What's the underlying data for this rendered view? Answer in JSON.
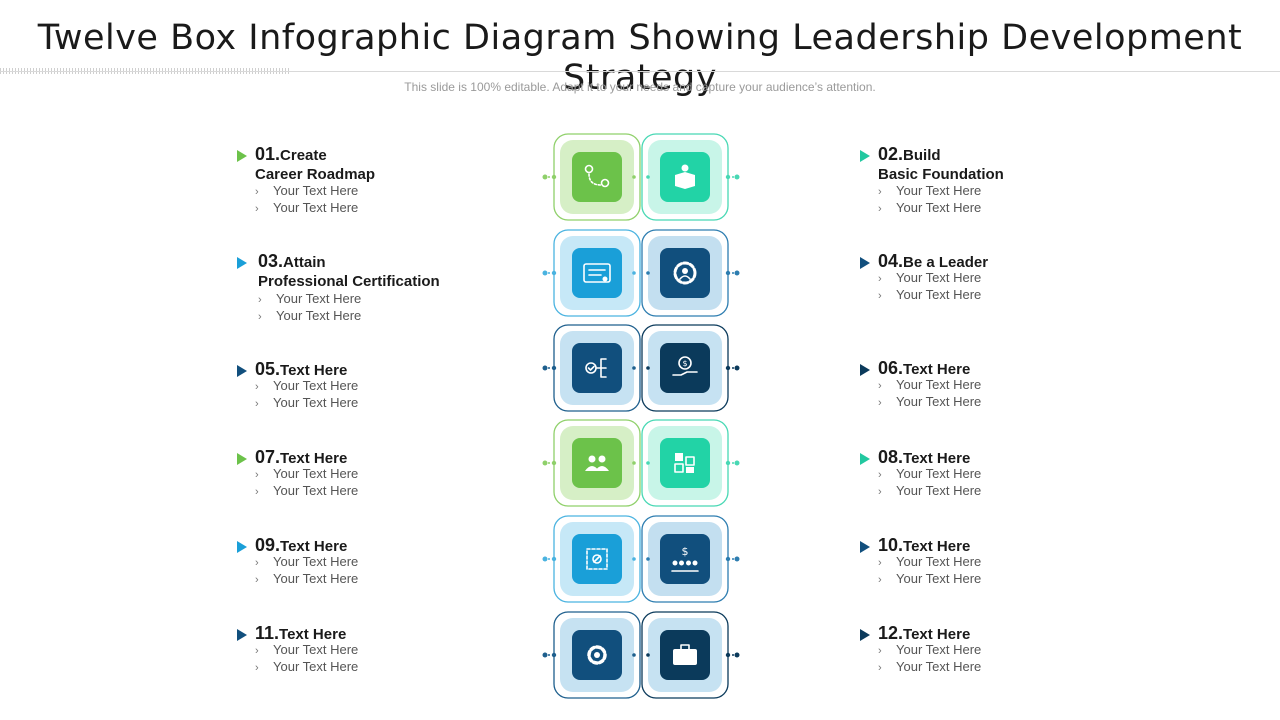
{
  "title": "Twelve Box Infographic Diagram Showing Leadership Development Strategy",
  "subtitle": "This slide is 100% editable. Adapt it to your needs and capture your audience’s attention.",
  "colors": {
    "green": "#6cc24a",
    "teal": "#22d3a6",
    "blue": "#1a9fd8",
    "navy": "#0b3a5b",
    "darkblue": "#114f7d"
  },
  "items": [
    {
      "num": "01.",
      "line1": "Create",
      "line2": "Career Roadmap",
      "bullets": [
        "Your Text Here",
        "Your Text Here"
      ],
      "color": "#6cc24a"
    },
    {
      "num": "02.",
      "line1": "Build",
      "line2": "Basic Foundation",
      "bullets": [
        "Your Text Here",
        "Your Text Here"
      ],
      "color": "#22c8a0"
    },
    {
      "num": "03.",
      "line1": "Attain",
      "line2": "Professional Certification",
      "bullets": [
        "Your Text Here",
        "Your Text Here"
      ],
      "color": "#1a9fd8"
    },
    {
      "num": "04.",
      "line1": "Be a Leader",
      "line2": "",
      "bullets": [
        "Your Text Here",
        "Your Text Here"
      ],
      "color": "#114f7d"
    },
    {
      "num": "05.",
      "line1": "Text Here",
      "line2": "",
      "bullets": [
        "Your Text Here",
        "Your Text Here"
      ],
      "color": "#114f7d"
    },
    {
      "num": "06.",
      "line1": "Text Here",
      "line2": "",
      "bullets": [
        "Your Text Here",
        "Your Text Here"
      ],
      "color": "#0b3a5b"
    },
    {
      "num": "07.",
      "line1": "Text Here",
      "line2": "",
      "bullets": [
        "Your Text Here",
        "Your Text Here"
      ],
      "color": "#6cc24a"
    },
    {
      "num": "08.",
      "line1": "Text Here",
      "line2": "",
      "bullets": [
        "Your Text Here",
        "Your Text Here"
      ],
      "color": "#22c8a0"
    },
    {
      "num": "09.",
      "line1": "Text Here",
      "line2": "",
      "bullets": [
        "Your Text Here",
        "Your Text Here"
      ],
      "color": "#1a9fd8"
    },
    {
      "num": "10.",
      "line1": "Text Here",
      "line2": "",
      "bullets": [
        "Your Text Here",
        "Your Text Here"
      ],
      "color": "#114f7d"
    },
    {
      "num": "11.",
      "line1": "Text Here",
      "line2": "",
      "bullets": [
        "Your Text Here",
        "Your Text Here"
      ],
      "color": "#114f7d"
    },
    {
      "num": "12.",
      "line1": "Text Here",
      "line2": "",
      "bullets": [
        "Your Text Here",
        "Your Text Here"
      ],
      "color": "#0b3a5b"
    }
  ],
  "boxes": [
    {
      "icon": "map-route-icon",
      "fill": "#6cc24a",
      "halo": "#d6efc6",
      "stroke": "#8fd06a"
    },
    {
      "icon": "leader-box-icon",
      "fill": "#22d3a6",
      "halo": "#c8f5e8",
      "stroke": "#48d8b4"
    },
    {
      "icon": "certificate-icon",
      "fill": "#1a9fd8",
      "halo": "#c6e8f7",
      "stroke": "#4ab3e0"
    },
    {
      "icon": "gear-person-icon",
      "fill": "#114f7d",
      "halo": "#c3dff0",
      "stroke": "#2d7db0"
    },
    {
      "icon": "hierarchy-check-icon",
      "fill": "#114f7d",
      "halo": "#c6e2f2",
      "stroke": "#1e5f8d"
    },
    {
      "icon": "money-hand-icon",
      "fill": "#0b3a5b",
      "halo": "#c6e2f2",
      "stroke": "#0b3a5b"
    },
    {
      "icon": "team-icon",
      "fill": "#6cc24a",
      "halo": "#d6efc6",
      "stroke": "#8fd06a"
    },
    {
      "icon": "puzzle-blocks-icon",
      "fill": "#22d3a6",
      "halo": "#c8f5e8",
      "stroke": "#48d8b4"
    },
    {
      "icon": "network-chart-icon",
      "fill": "#1a9fd8",
      "halo": "#c6e8f7",
      "stroke": "#4ab3e0"
    },
    {
      "icon": "finance-team-icon",
      "fill": "#114f7d",
      "halo": "#c3dff0",
      "stroke": "#2d7db0"
    },
    {
      "icon": "gear-settings-icon",
      "fill": "#114f7d",
      "halo": "#c6e2f2",
      "stroke": "#1e5f8d"
    },
    {
      "icon": "briefcase-icon",
      "fill": "#0b3a5b",
      "halo": "#c6e2f2",
      "stroke": "#0b3a5b"
    }
  ]
}
